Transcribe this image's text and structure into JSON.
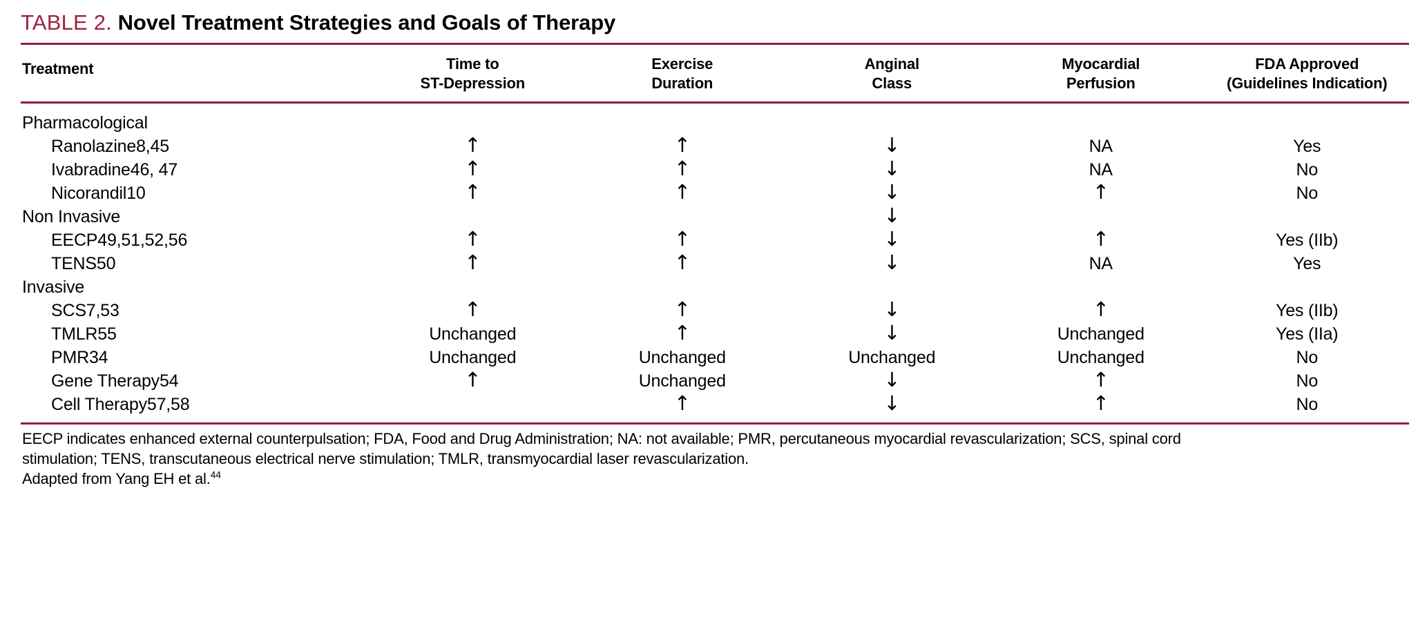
{
  "title": {
    "label": "TABLE 2.",
    "text": "Novel Treatment Strategies and Goals of Therapy",
    "label_color": "#9e2040",
    "rule_color": "#8e2038"
  },
  "columns": [
    {
      "id": "treatment",
      "line1": "Treatment",
      "line2": ""
    },
    {
      "id": "st_dep",
      "line1": "Time to",
      "line2": "ST-Depression"
    },
    {
      "id": "ex_dur",
      "line1": "Exercise",
      "line2": "Duration"
    },
    {
      "id": "anginal",
      "line1": "Anginal",
      "line2": "Class"
    },
    {
      "id": "perfusion",
      "line1": "Myocardial",
      "line2": "Perfusion"
    },
    {
      "id": "fda",
      "line1": "FDA Approved",
      "line2": "(Guidelines Indication)"
    }
  ],
  "rows": [
    {
      "kind": "group",
      "treatment": "Pharmacological",
      "st_dep": "",
      "ex_dur": "",
      "anginal": "",
      "perfusion": "",
      "fda": ""
    },
    {
      "kind": "item",
      "treatment": "Ranolazine8,45",
      "st_dep": "↑",
      "ex_dur": "↑",
      "anginal": "↓",
      "perfusion": "NA",
      "fda": "Yes"
    },
    {
      "kind": "item",
      "treatment": "Ivabradine46, 47",
      "st_dep": "↑",
      "ex_dur": "↑",
      "anginal": "↓",
      "perfusion": "NA",
      "fda": "No"
    },
    {
      "kind": "item",
      "treatment": "Nicorandil10",
      "st_dep": "↑",
      "ex_dur": "↑",
      "anginal": "↓",
      "perfusion": "↑",
      "fda": "No"
    },
    {
      "kind": "group",
      "treatment": "Non Invasive",
      "st_dep": "",
      "ex_dur": "",
      "anginal": "↓",
      "perfusion": "",
      "fda": ""
    },
    {
      "kind": "item",
      "treatment": "EECP49,51,52,56",
      "st_dep": "↑",
      "ex_dur": "↑",
      "anginal": "↓",
      "perfusion": "↑",
      "fda": "Yes (IIb)"
    },
    {
      "kind": "item",
      "treatment": "TENS50",
      "st_dep": "↑",
      "ex_dur": "↑",
      "anginal": "↓",
      "perfusion": "NA",
      "fda": "Yes"
    },
    {
      "kind": "group",
      "treatment": "Invasive",
      "st_dep": "",
      "ex_dur": "",
      "anginal": "",
      "perfusion": "",
      "fda": ""
    },
    {
      "kind": "item",
      "treatment": "SCS7,53",
      "st_dep": "↑",
      "ex_dur": "↑",
      "anginal": "↓",
      "perfusion": "↑",
      "fda": "Yes (IIb)"
    },
    {
      "kind": "item",
      "treatment": "TMLR55",
      "st_dep": "Unchanged",
      "ex_dur": "↑",
      "anginal": "↓",
      "perfusion": "Unchanged",
      "fda": "Yes (IIa)"
    },
    {
      "kind": "item",
      "treatment": "PMR34",
      "st_dep": "Unchanged",
      "ex_dur": "Unchanged",
      "anginal": "Unchanged",
      "perfusion": "Unchanged",
      "fda": "No"
    },
    {
      "kind": "item",
      "treatment": "Gene Therapy54",
      "st_dep": "↑",
      "ex_dur": "Unchanged",
      "anginal": "↓",
      "perfusion": "↑",
      "fda": "No"
    },
    {
      "kind": "item",
      "treatment": "Cell Therapy57,58",
      "st_dep": "",
      "ex_dur": "↑",
      "anginal": "↓",
      "perfusion": "↑",
      "fda": "No"
    }
  ],
  "footnote": {
    "line1": "EECP indicates enhanced external counterpulsation; FDA, Food and Drug Administration; NA: not available; PMR, percutaneous myocardial revascularization; SCS, spinal cord",
    "line2": "stimulation; TENS, transcutaneous electrical nerve stimulation; TMLR, transmyocardial laser revascularization.",
    "line3_text": "Adapted from Yang EH et al.",
    "line3_sup": "44"
  }
}
